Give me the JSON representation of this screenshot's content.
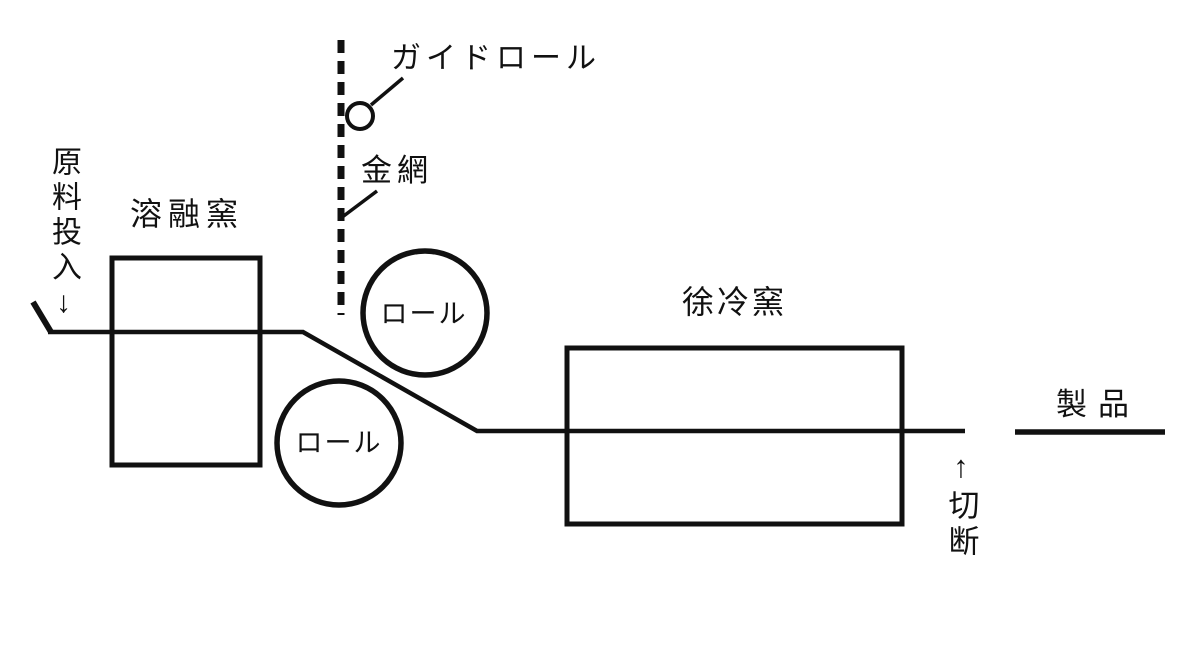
{
  "diagram": {
    "description": "Sheet glass manufacturing process flow diagram",
    "background_color": "#ffffff",
    "line_color": "#111111",
    "labels": {
      "guide_roll": "ガイドロール",
      "wire_mesh": "金網",
      "raw_material_input": "原料投入↓",
      "melting_furnace": "溶融窯",
      "upper_roll": "ロール",
      "lower_roll": "ロール",
      "annealing_furnace": "徐冷窯",
      "cutting": "↑切断",
      "product": "製品"
    }
  }
}
